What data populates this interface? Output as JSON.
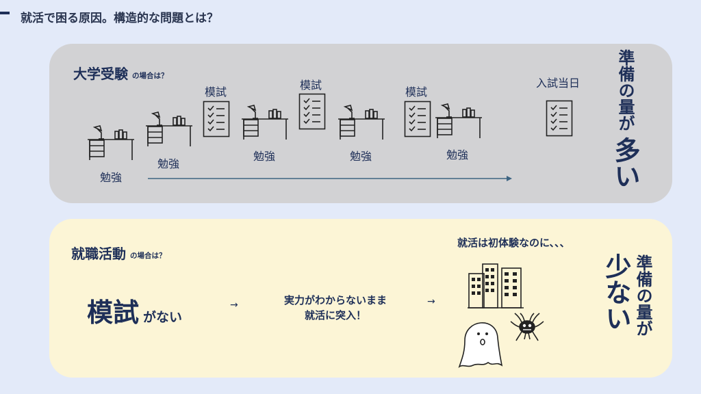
{
  "page_title": "就活で困る原因。構造的な問題とは？",
  "exam_section": {
    "heading": "大学受験",
    "heading_suffix": "の場合は？",
    "study_labels": [
      "勉強",
      "勉強",
      "勉強",
      "勉強",
      "勉強"
    ],
    "mock_exam_labels": [
      "模試",
      "模試",
      "模試"
    ],
    "exam_day_label": "入試当日",
    "prep_phrase": "準備の量が",
    "prep_big": "多い"
  },
  "job_section": {
    "heading": "就職活動",
    "heading_suffix": "の場合は？",
    "mock_exam_big": "模試",
    "mock_exam_suffix": "がない",
    "result_line1": "実力がわからないまま",
    "result_line2": "就活に突入！",
    "first_time_text": "就活は初体験なのに、、、",
    "prep_big": "少ない",
    "prep_phrase": "準備の量が"
  },
  "colors": {
    "navy": "#1e2f58",
    "background": "#e3eaf9",
    "exam_panel": "#d2d2d4",
    "job_panel": "#fcf5d6",
    "arrow": "#3d6482"
  },
  "icons": [
    "desk-icon",
    "checklist-icon",
    "buildings-icon",
    "ghost-icon",
    "bug-monster-icon",
    "arrow-right-icon"
  ]
}
